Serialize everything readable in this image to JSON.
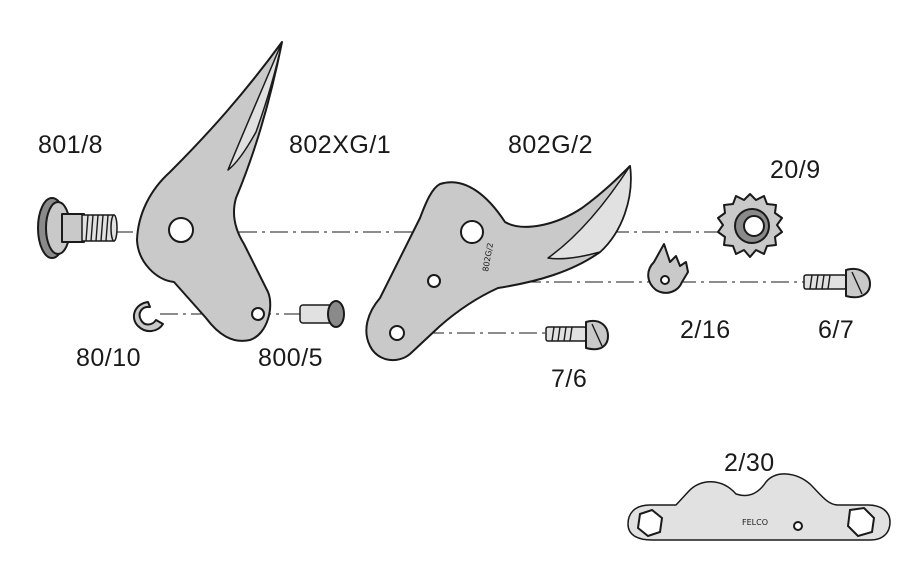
{
  "parts": {
    "p801_8": "801/8",
    "p802XG_1": "802XG/1",
    "p802G_2": "802G/2",
    "p20_9": "20/9",
    "p80_10": "80/10",
    "p800_5": "800/5",
    "p2_16": "2/16",
    "p6_7": "6/7",
    "p7_6": "7/6",
    "p2_30": "2/30"
  },
  "engravings": {
    "blade_code": "802G/2",
    "wrench_brand": "FELCO"
  },
  "colors": {
    "background": "#ffffff",
    "metal": "#c9c9c9",
    "outline": "#1a1a1a"
  }
}
